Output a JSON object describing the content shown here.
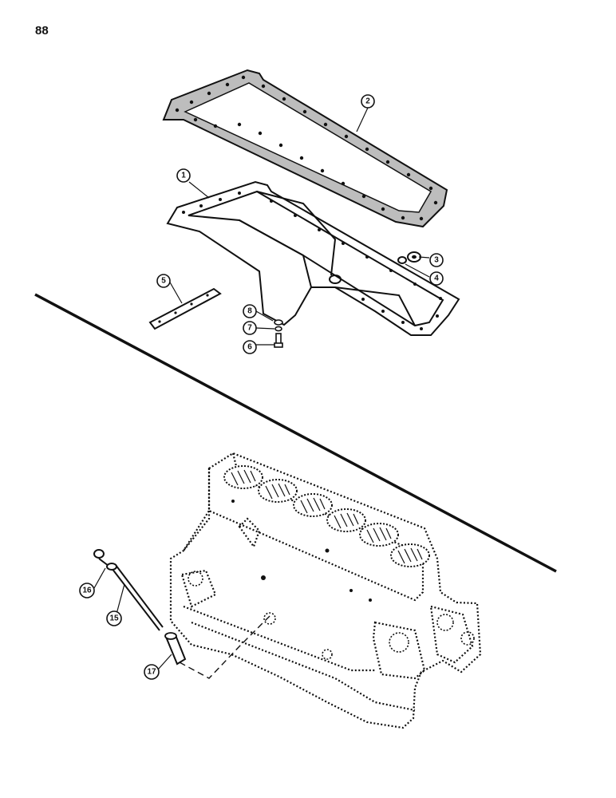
{
  "page": {
    "number": "88"
  },
  "callouts": [
    {
      "id": "c1",
      "label": "1"
    },
    {
      "id": "c2",
      "label": "2"
    },
    {
      "id": "c3",
      "label": "3"
    },
    {
      "id": "c4",
      "label": "4"
    },
    {
      "id": "c5",
      "label": "5"
    },
    {
      "id": "c6",
      "label": "6"
    },
    {
      "id": "c7",
      "label": "7"
    },
    {
      "id": "c8",
      "label": "8"
    },
    {
      "id": "c15",
      "label": "15"
    },
    {
      "id": "c16",
      "label": "16"
    },
    {
      "id": "c17",
      "label": "17"
    }
  ]
}
